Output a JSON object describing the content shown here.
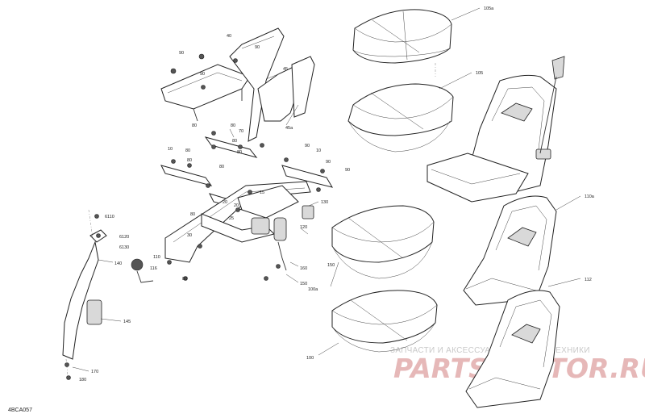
{
  "diagram": {
    "code": "4BCA057",
    "watermark": {
      "subtitle": "ЗАПЧАСТИ И АКСЕССУАРЫ ДЛЯ МОТОТЕХНИКИ",
      "logo": "PARTS-MOTOR.RU"
    },
    "callouts": [
      {
        "id": "c-105a",
        "text": "105a"
      },
      {
        "id": "c-105",
        "text": "105"
      },
      {
        "id": "c-110a",
        "text": "110a"
      },
      {
        "id": "c-112",
        "text": "112"
      },
      {
        "id": "c-100a",
        "text": "100a"
      },
      {
        "id": "c-100",
        "text": "100"
      },
      {
        "id": "c-40",
        "text": "40"
      },
      {
        "id": "c-90-a",
        "text": "90"
      },
      {
        "id": "c-90-b",
        "text": "90"
      },
      {
        "id": "c-90-c",
        "text": "90"
      },
      {
        "id": "c-45",
        "text": "45"
      },
      {
        "id": "c-45a",
        "text": "45a"
      },
      {
        "id": "c-70",
        "text": "70"
      },
      {
        "id": "c-80-a",
        "text": "80"
      },
      {
        "id": "c-80-b",
        "text": "80"
      },
      {
        "id": "c-80-c",
        "text": "80"
      },
      {
        "id": "c-80-d",
        "text": "80"
      },
      {
        "id": "c-80-e",
        "text": "80"
      },
      {
        "id": "c-80-f",
        "text": "80"
      },
      {
        "id": "c-80-g",
        "text": "80"
      },
      {
        "id": "c-80-h",
        "text": "80"
      },
      {
        "id": "c-80-i",
        "text": "80"
      },
      {
        "id": "c-15",
        "text": "15"
      },
      {
        "id": "c-10-a",
        "text": "10"
      },
      {
        "id": "c-10-b",
        "text": "10"
      },
      {
        "id": "c-90-d",
        "text": "90"
      },
      {
        "id": "c-90-e",
        "text": "90"
      },
      {
        "id": "c-90-f",
        "text": "90"
      },
      {
        "id": "c-20-a",
        "text": "20"
      },
      {
        "id": "c-20-b",
        "text": "20"
      },
      {
        "id": "c-30",
        "text": "30"
      },
      {
        "id": "c-25",
        "text": "25"
      },
      {
        "id": "c-110",
        "text": "110"
      },
      {
        "id": "c-130",
        "text": "130"
      },
      {
        "id": "c-120",
        "text": "120"
      },
      {
        "id": "c-150-a",
        "text": "150"
      },
      {
        "id": "c-150-b",
        "text": "150"
      },
      {
        "id": "c-160",
        "text": "160"
      },
      {
        "id": "c-6110",
        "text": "6110"
      },
      {
        "id": "c-6120",
        "text": "6120"
      },
      {
        "id": "c-6130",
        "text": "6130"
      },
      {
        "id": "c-140",
        "text": "140"
      },
      {
        "id": "c-116",
        "text": "116"
      },
      {
        "id": "c-145",
        "text": "145"
      },
      {
        "id": "c-170",
        "text": "170"
      },
      {
        "id": "c-180",
        "text": "180"
      }
    ]
  }
}
